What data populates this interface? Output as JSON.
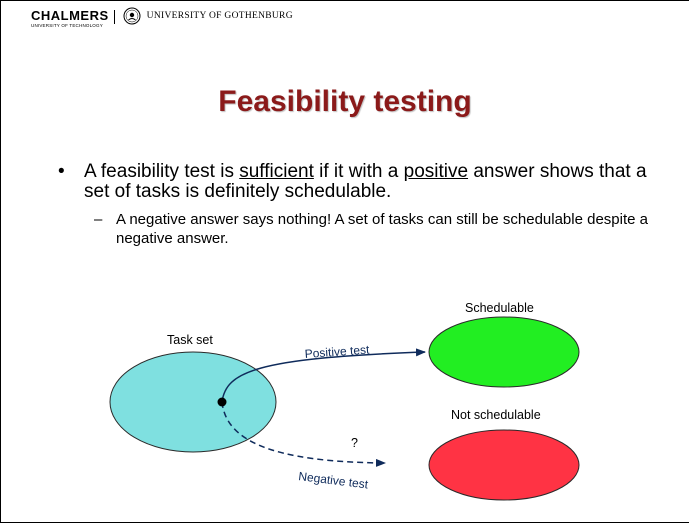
{
  "header": {
    "chalmers": "CHALMERS",
    "chalmers_sub": "UNIVERSITY OF TECHNOLOGY",
    "gothenburg": "UNIVERSITY OF GOTHENBURG"
  },
  "slide": {
    "title": "Feasibility testing",
    "bullet1": {
      "part1": "A feasibility test is ",
      "sufficient": "sufficient",
      "part2": " if it with a ",
      "positive": "positive",
      "part3": " answer shows that a set of tasks is definitely schedulable."
    },
    "sub_bullet": "A negative answer says nothing! A set of tasks can still be schedulable despite a negative answer."
  },
  "diagram": {
    "task_set_label": "Task set",
    "schedulable_label": "Schedulable",
    "not_schedulable_label": "Not schedulable",
    "positive_test_label": "Positive test",
    "negative_test_label": "Negative test",
    "question_mark": "?",
    "colors": {
      "task_set": "#7fe0e0",
      "schedulable": "#22ee22",
      "not_schedulable": "#ff3344",
      "arrow": "#0f2b5b",
      "title": "#8b1a1a"
    }
  }
}
